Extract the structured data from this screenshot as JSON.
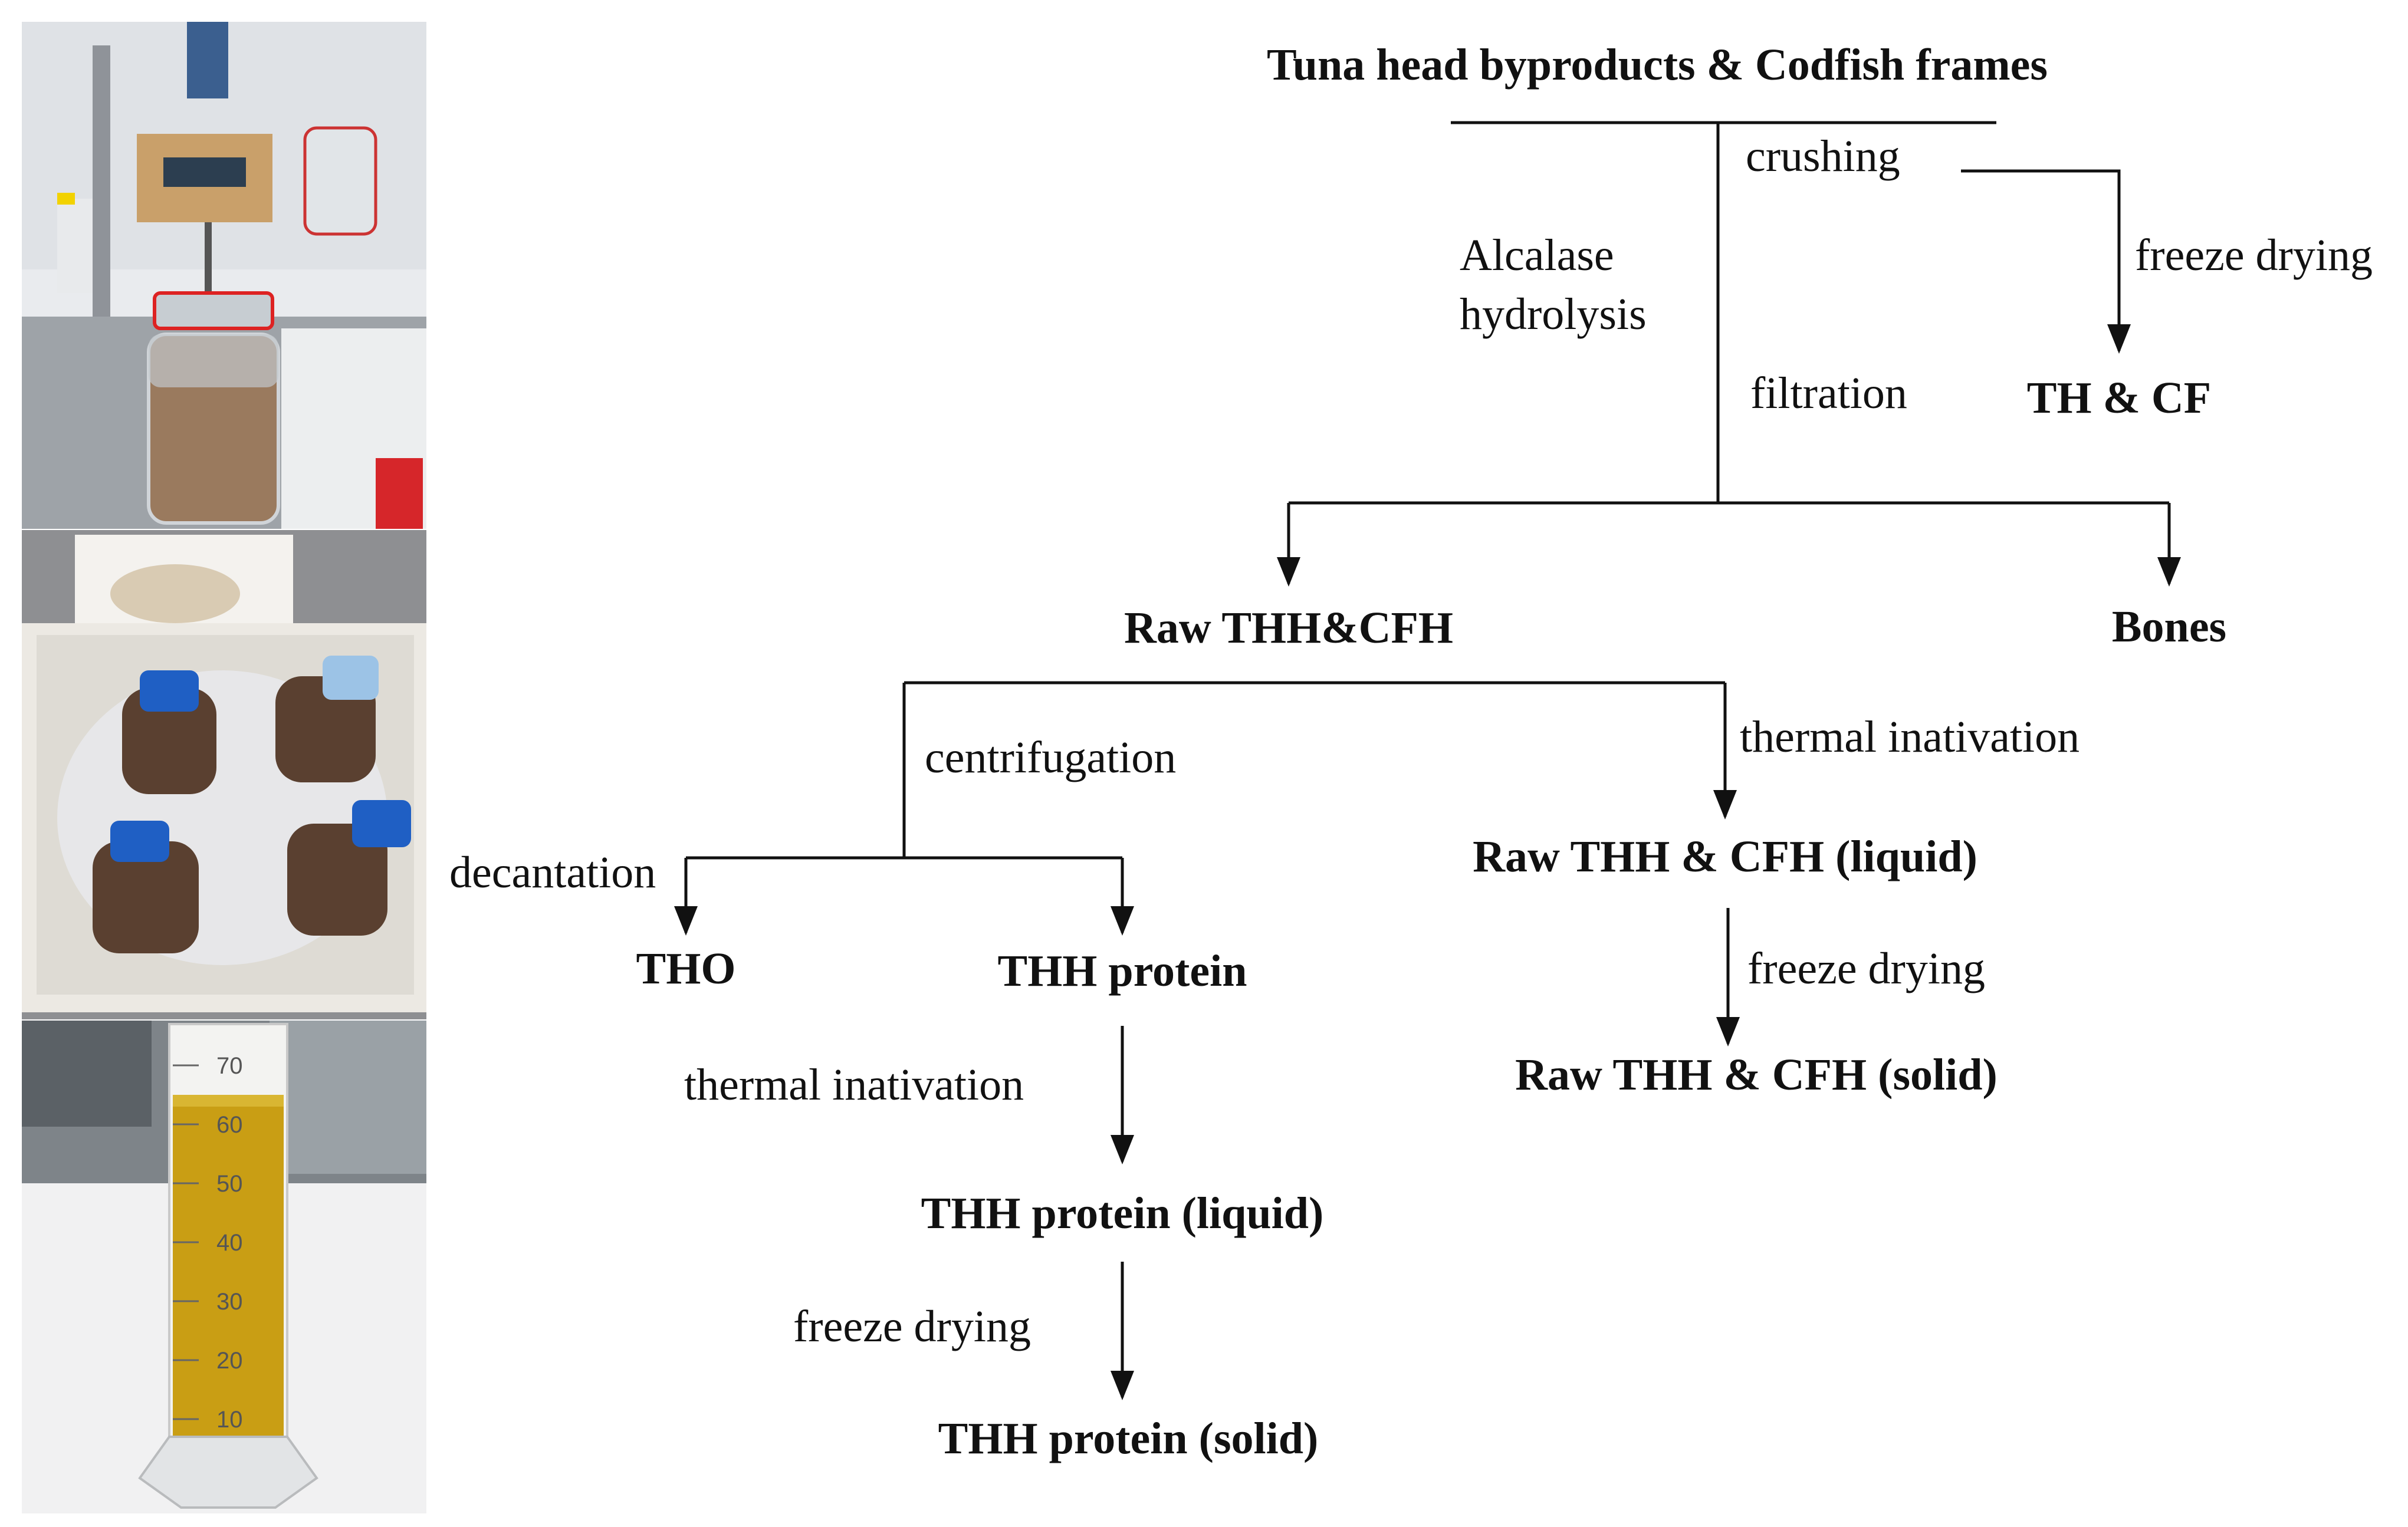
{
  "diagram": {
    "source": "Tuna head byproducts & Codfish frames",
    "steps": {
      "crushing": "crushing",
      "alcalase_1": "Alcalase",
      "alcalase_2": "hydrolysis",
      "filtration": "filtration",
      "freeze_drying_top": "freeze drying",
      "centrifugation": "centrifugation",
      "decantation": "decantation",
      "thermal_left": "thermal inativation",
      "freeze_drying_left": "freeze drying",
      "thermal_right": "thermal inativation",
      "freeze_drying_right": "freeze drying"
    },
    "products": {
      "th_cf": "TH & CF",
      "raw": "Raw THH&CFH",
      "bones": "Bones",
      "tho": "THO",
      "thh_protein": "THH protein",
      "thh_protein_liquid": "THH protein (liquid)",
      "thh_protein_solid": "THH protein (solid)",
      "raw_liquid": "Raw THH & CFH (liquid)",
      "raw_solid": "Raw THH & CFH (solid)"
    }
  },
  "photos": {
    "top": "reactor-photo",
    "middle": "bottles-on-ice-photo",
    "bottom": "graduated-cylinder-photo",
    "cylinder_ticks": [
      "70",
      "60",
      "50",
      "40",
      "30",
      "20",
      "10"
    ]
  }
}
